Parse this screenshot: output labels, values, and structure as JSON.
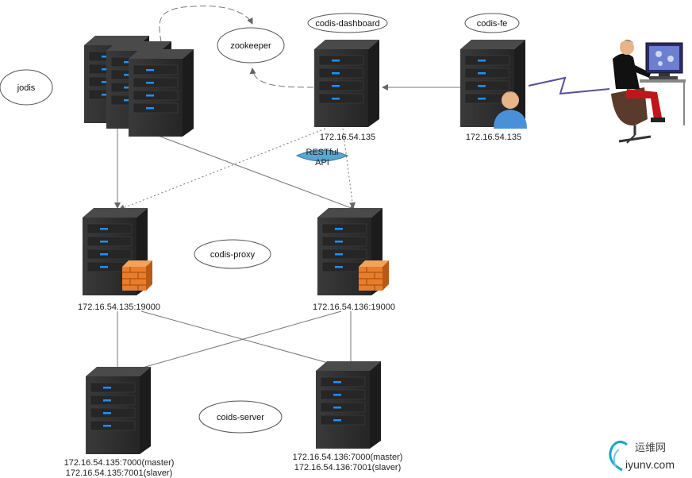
{
  "nodes": {
    "jodis": "jodis",
    "zookeeper": "zookeeper",
    "dashboard": "codis-dashboard",
    "fe": "codis-fe",
    "proxy": "codis-proxy",
    "server": "coids-server"
  },
  "ips": {
    "dashboard": "172.16.54.135",
    "fe": "172.16.54.135",
    "proxy1": "172.16.54.135:19000",
    "proxy2": "172.16.54.136:19000",
    "server1_master": "172.16.54.135:7000(master)",
    "server1_slave": "172.16.54.135:7001(slaver)",
    "server2_master": "172.16.54.136:7000(master)",
    "server2_slave": "172.16.54.136:7001(slaver)"
  },
  "api": {
    "line1": "RESTful",
    "line2": "API"
  },
  "watermark": {
    "cn": "运维网",
    "en": "iyunv.com"
  },
  "colors": {
    "server_body": "#2e2e2e",
    "server_light": "#1e90ff",
    "firewall": "#e87d2b",
    "connector": "#777777",
    "lightning": "#5a4a9e"
  }
}
